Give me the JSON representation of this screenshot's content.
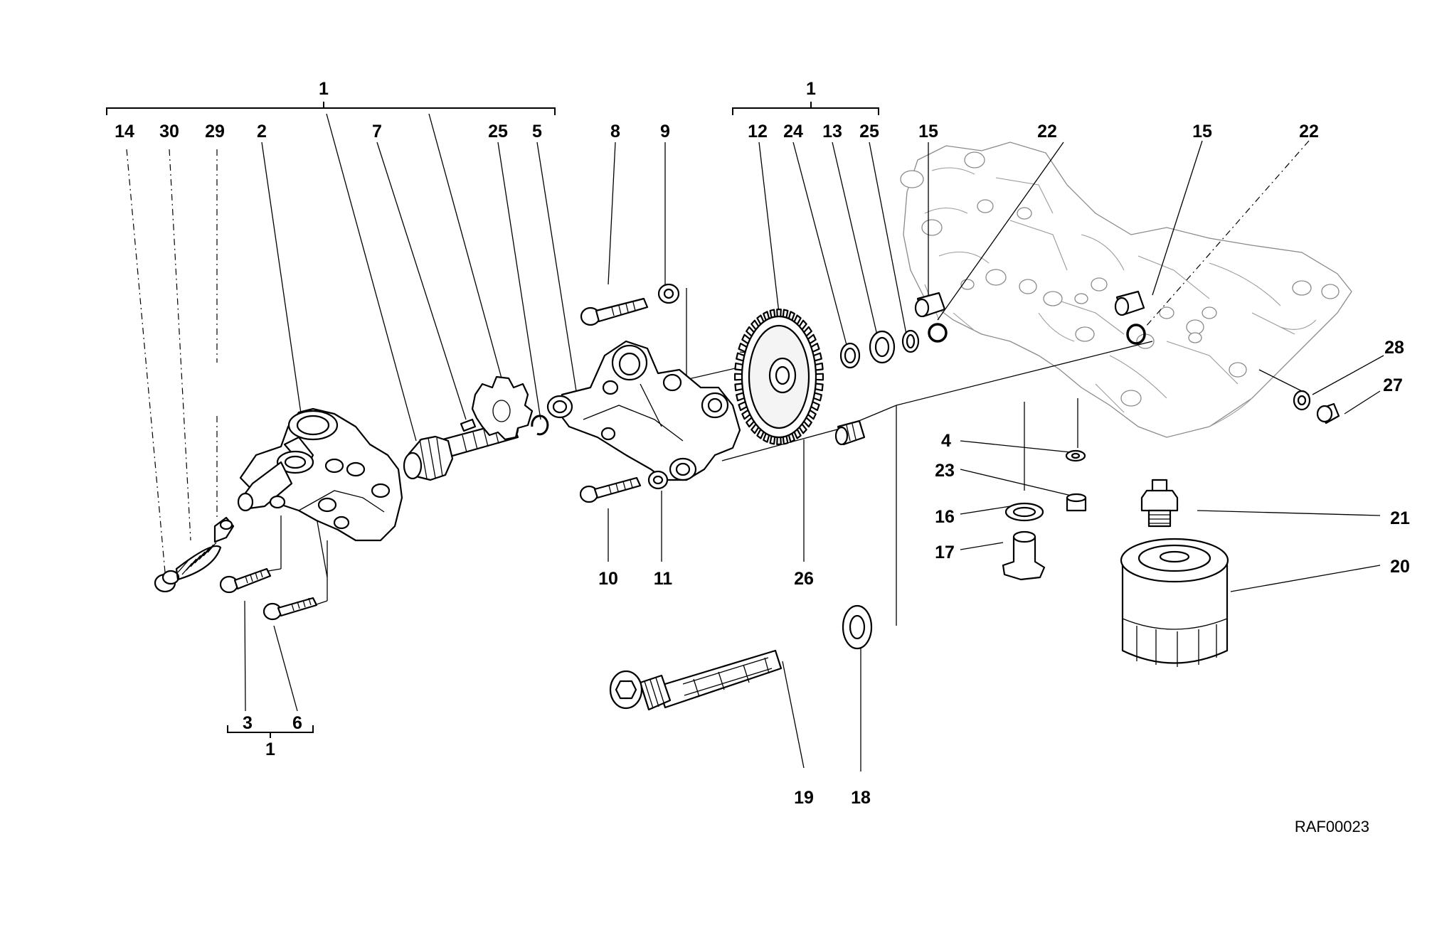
{
  "drawing_code": "RAF00023",
  "groups": [
    "1",
    "1",
    "1"
  ],
  "callouts": {
    "c14": "14",
    "c30": "30",
    "c29": "29",
    "c2": "2",
    "c7": "7",
    "c25a": "25",
    "c5": "5",
    "c8": "8",
    "c9": "9",
    "c12": "12",
    "c24": "24",
    "c13": "13",
    "c25b": "25",
    "c15a": "15",
    "c22a": "22",
    "c15b": "15",
    "c22b": "22",
    "c28": "28",
    "c27": "27",
    "c4": "4",
    "c23": "23",
    "c16": "16",
    "c17": "17",
    "c21": "21",
    "c20": "20",
    "c10": "10",
    "c11": "11",
    "c26": "26",
    "c3": "3",
    "c6": "6",
    "c19": "19",
    "c18": "18"
  },
  "icons": [
    "oil-pump-body-icon",
    "drive-gear-icon",
    "filter-cartridge-icon",
    "crankcase-icon"
  ]
}
